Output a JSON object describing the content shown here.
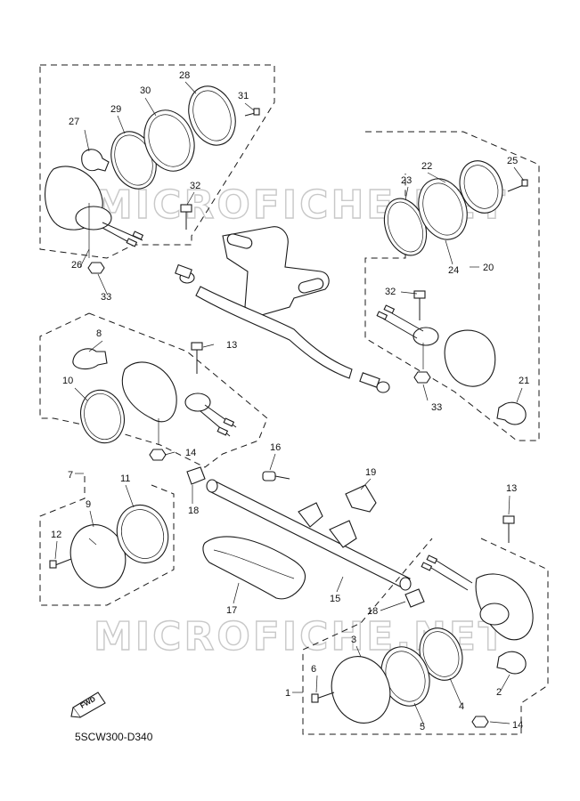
{
  "diagram": {
    "watermark_text": "MICROFICHE.NET",
    "fwd_label": "FWD",
    "drawing_code": "5SCW300-D340",
    "callouts": [
      "1",
      "2",
      "3",
      "4",
      "5",
      "6",
      "7",
      "8",
      "9",
      "10",
      "11",
      "12",
      "13",
      "14",
      "15",
      "16",
      "17",
      "18",
      "19",
      "20",
      "21",
      "22",
      "23",
      "24",
      "25",
      "26",
      "27",
      "28",
      "29",
      "30",
      "31",
      "32",
      "33"
    ]
  }
}
